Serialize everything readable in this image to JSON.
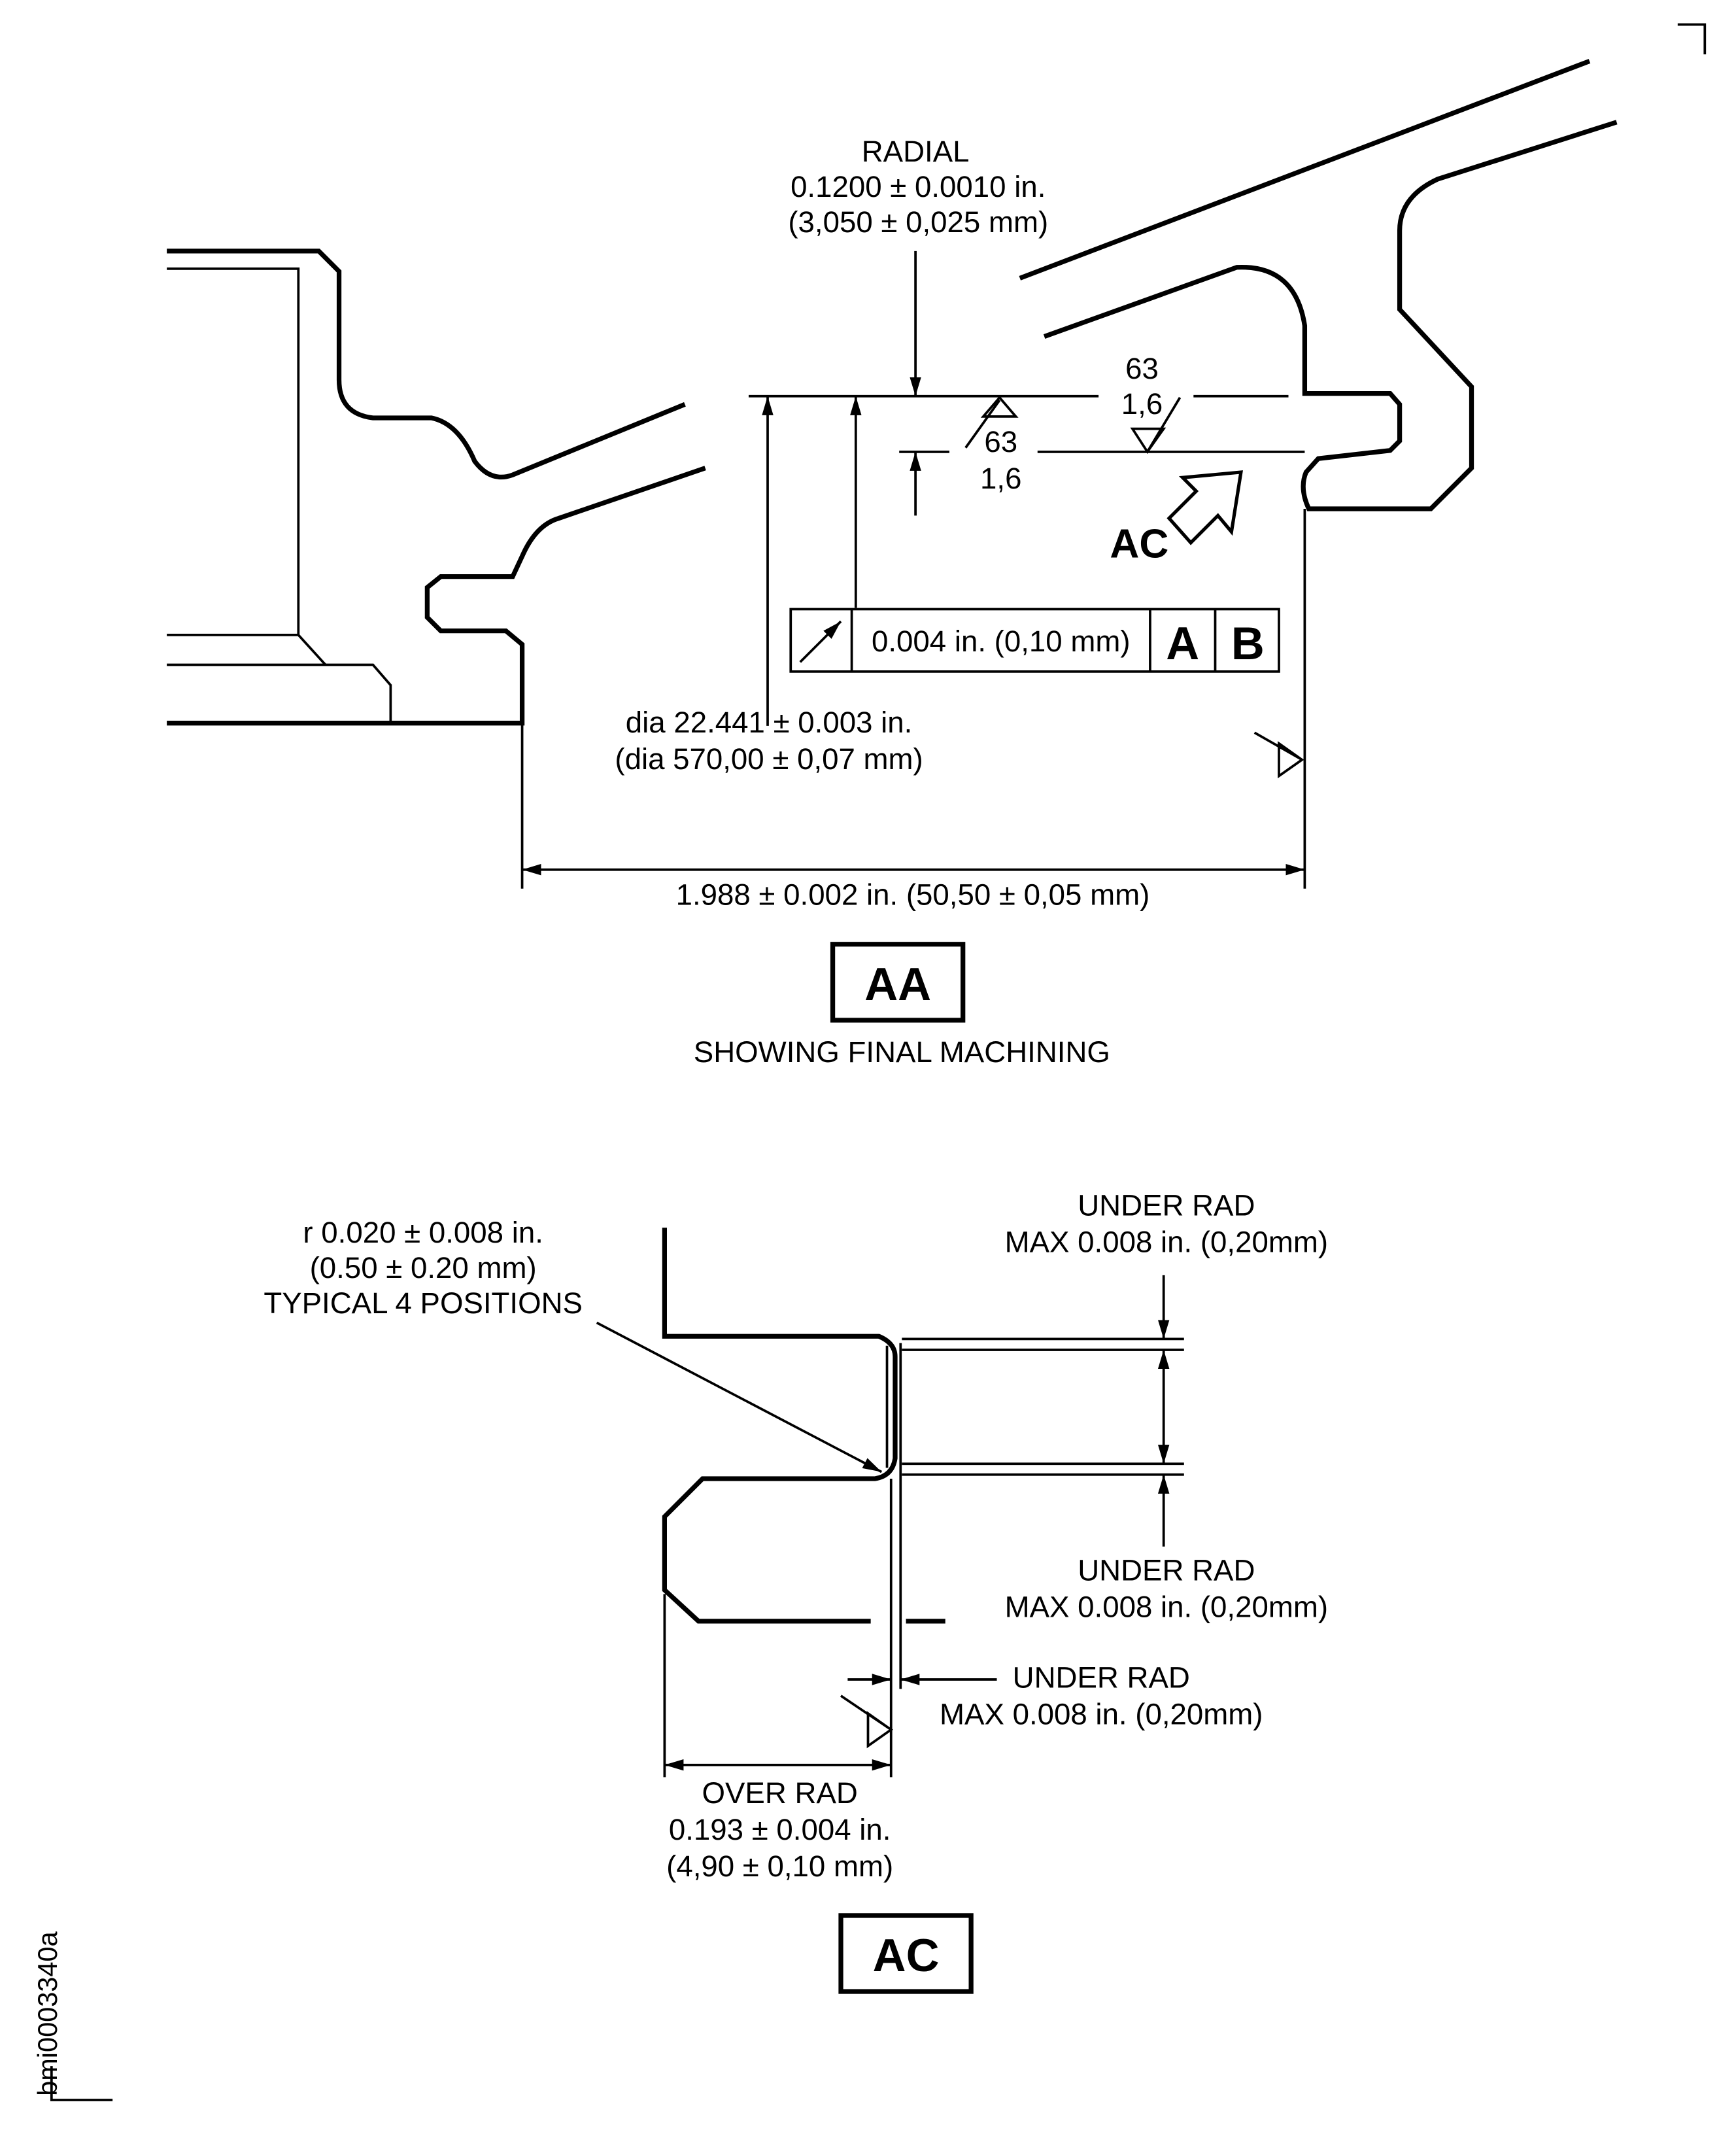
{
  "figure_id": "bmi0003340a",
  "view_aa": {
    "radial_label": "RADIAL",
    "radial_in": "0.1200 ± 0.0010 in.",
    "radial_mm": "(3,050 ± 0,025 mm)",
    "surface_finish_1_ra_in": "63",
    "surface_finish_1_ra_um": "1,6",
    "surface_finish_2_ra_in": "63",
    "surface_finish_2_ra_um": "1,6",
    "view_arrow_label": "AC",
    "fcf_tolerance": "0.004 in. (0,10 mm)",
    "fcf_datum_1": "A",
    "fcf_datum_2": "B",
    "dia_in": "dia 22.441 ± 0.003 in.",
    "dia_mm": "(dia 570,00 ± 0,07 mm)",
    "width_dim": "1.988 ± 0.002 in. (50,50 ± 0,05 mm)",
    "view_label": "AA",
    "caption": "SHOWING FINAL MACHINING"
  },
  "view_ac": {
    "radius_line1": "r 0.020 ± 0.008 in.",
    "radius_line2": "(0.50 ± 0.20 mm)",
    "radius_line3": "TYPICAL 4 POSITIONS",
    "under_rad_1_title": "UNDER RAD",
    "under_rad_1_value": "MAX 0.008 in. (0,20mm)",
    "under_rad_2_title": "UNDER RAD",
    "under_rad_2_value": "MAX 0.008 in. (0,20mm)",
    "under_rad_3_title": "UNDER RAD",
    "under_rad_3_value": "MAX 0.008 in. (0,20mm)",
    "over_rad_title": "OVER RAD",
    "over_rad_in": "0.193 ± 0.004 in.",
    "over_rad_mm": "(4,90 ± 0,10 mm)",
    "view_label": "AC"
  }
}
